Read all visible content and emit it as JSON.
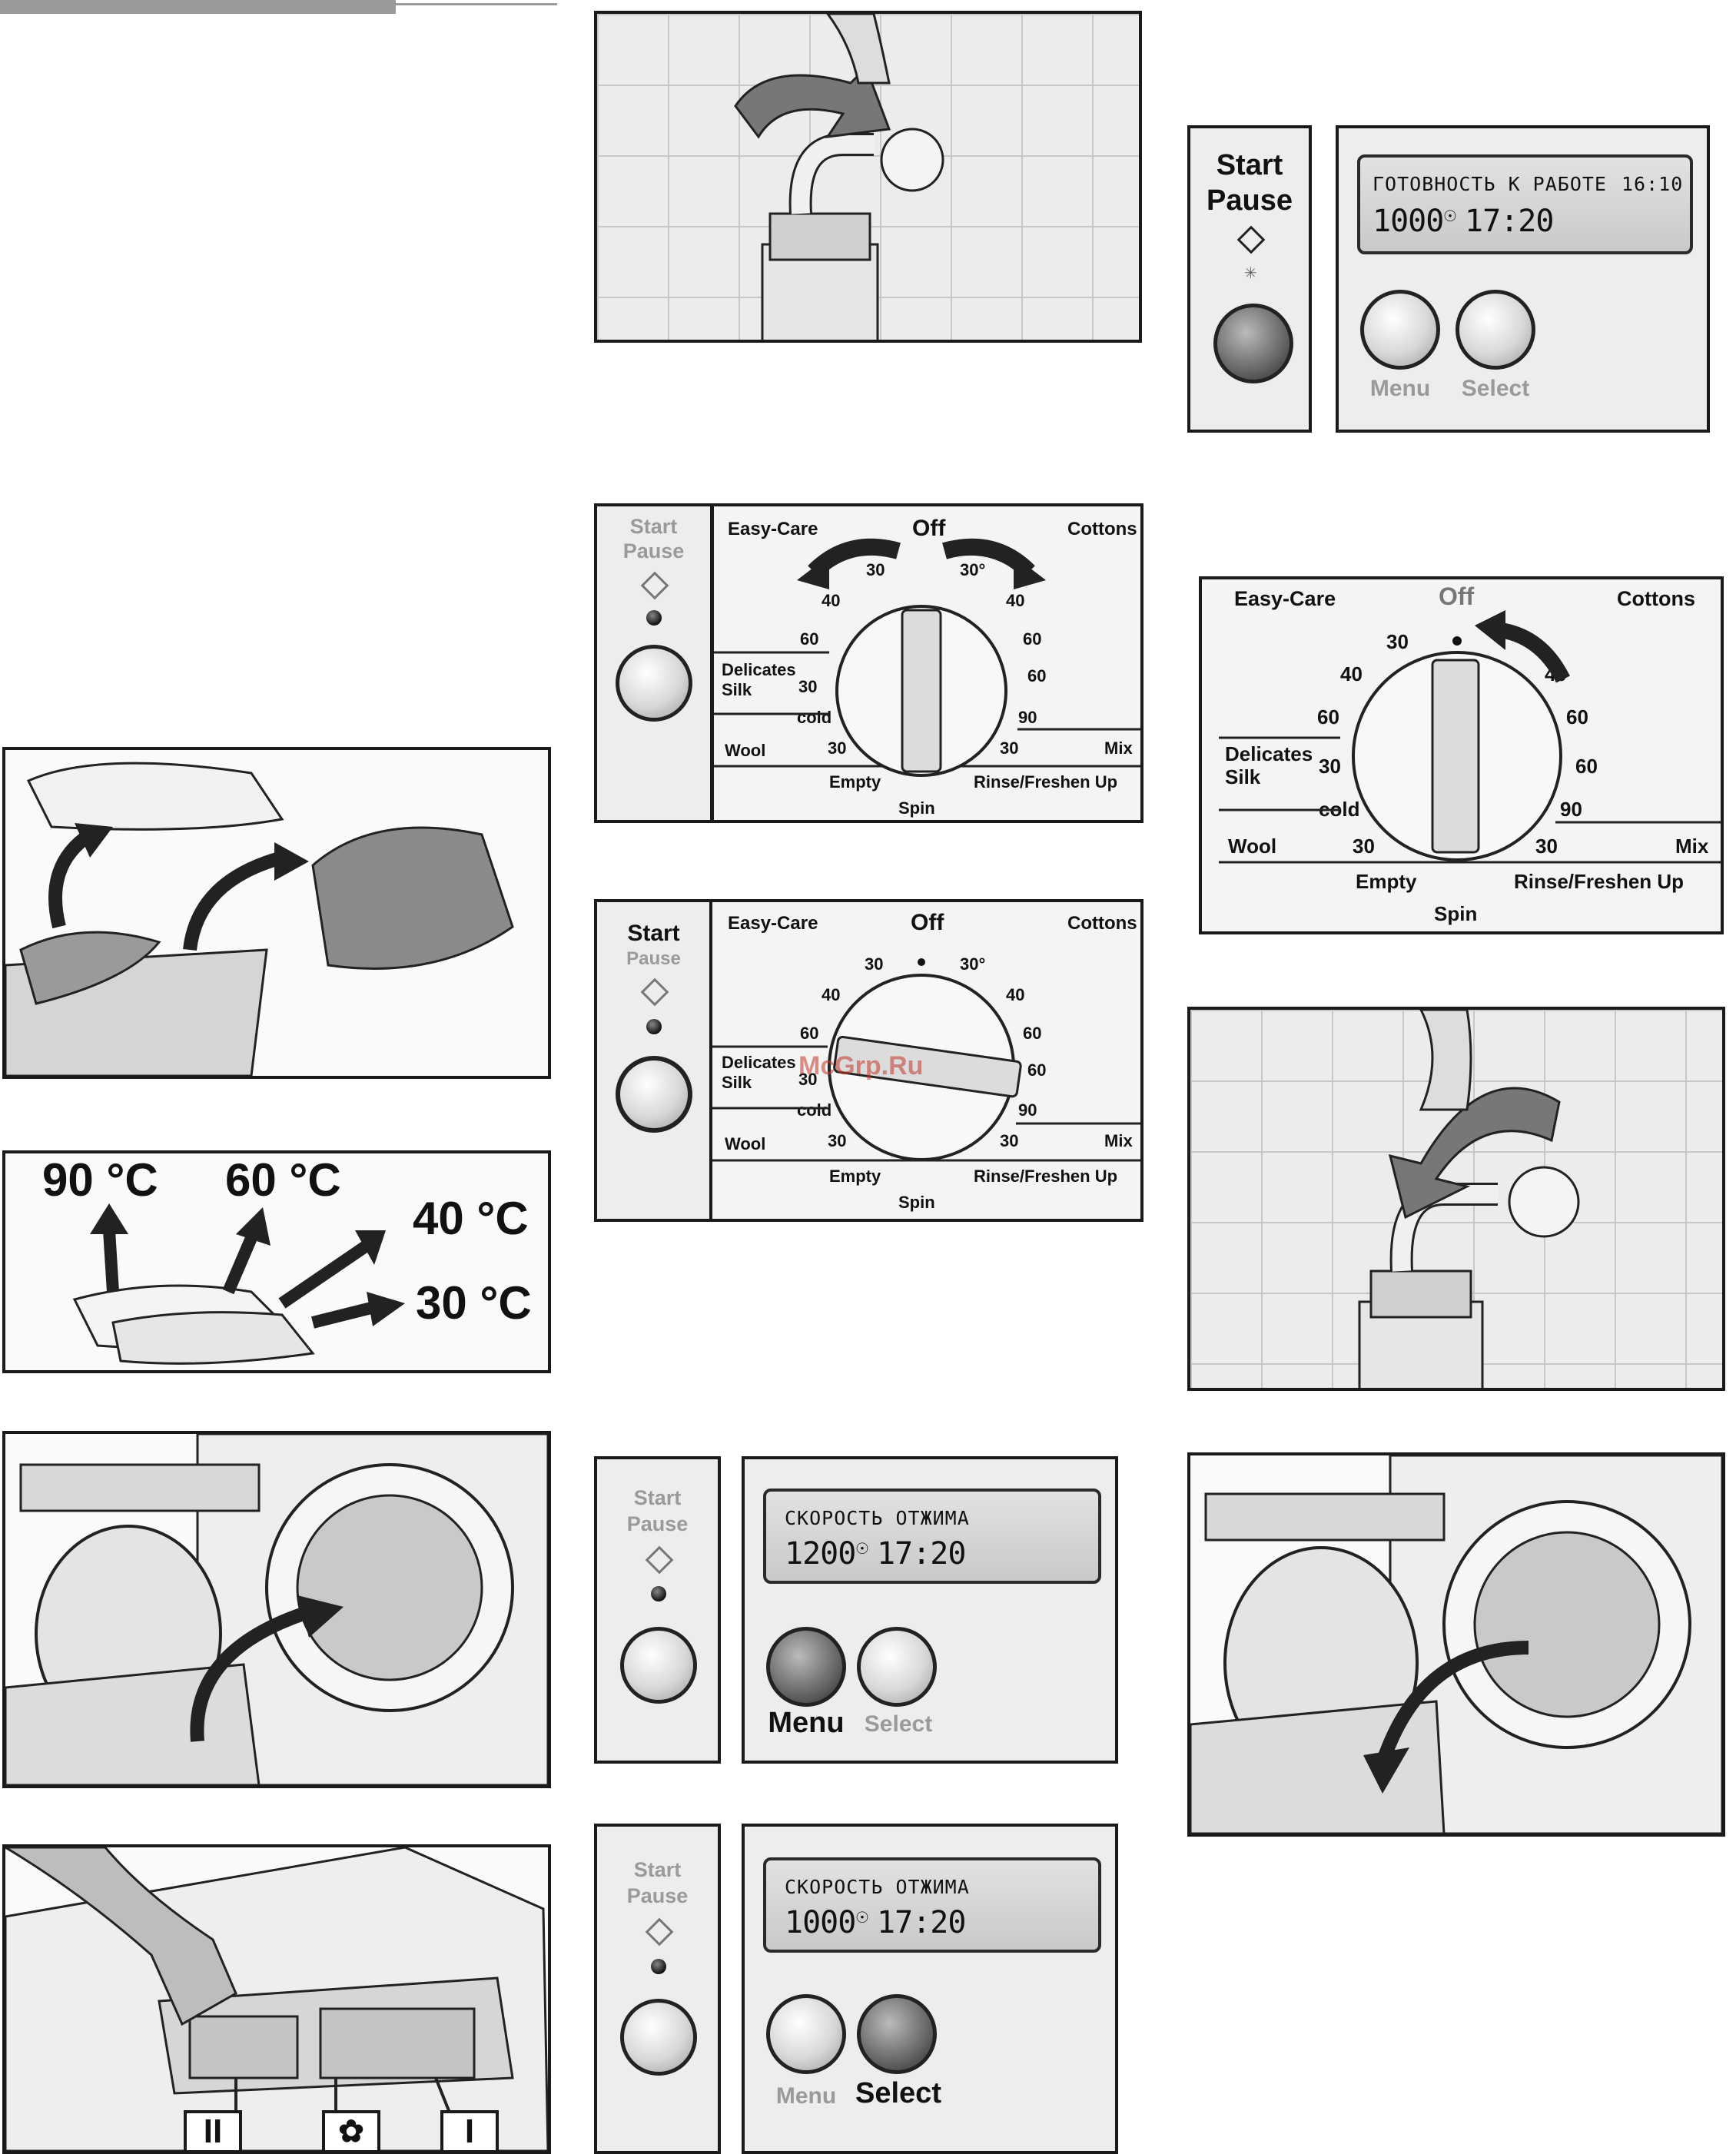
{
  "top_rule": "",
  "start_pause_panel": {
    "start": "Start",
    "pause": "Pause"
  },
  "display_ready": {
    "line1_text": "ГОТОВНОСТЬ К РАБОТЕ",
    "line1_time": "16:10",
    "line2": "1000",
    "line2_time": "17:20",
    "menu_label": "Menu",
    "select_label": "Select"
  },
  "display_spin_menu": {
    "line1_text": "СКОРОСТЬ ОТЖИМА",
    "line2": "1200",
    "line2_time": "17:20",
    "menu_label": "Menu",
    "select_label": "Select"
  },
  "display_spin_select": {
    "line1_text": "СКОРОСТЬ ОТЖИМА",
    "line2": "1000",
    "line2_time": "17:20",
    "menu_label": "Menu",
    "select_label": "Select"
  },
  "dial": {
    "easy_care": "Easy-Care",
    "off": "Off",
    "cottons": "Cottons",
    "delicates": "Delicates",
    "silk": "Silk",
    "wool": "Wool",
    "empty": "Empty",
    "spin": "Spin",
    "rinse": "Rinse/Freshen Up",
    "mix": "Mix",
    "cold": "cold",
    "t30": "30",
    "t30deg": "30°",
    "t40": "40",
    "t60": "60",
    "t90": "90"
  },
  "temperatures": {
    "t90": "90 °C",
    "t60": "60 °C",
    "t40": "40 °C",
    "t30": "30 °C"
  },
  "dispenser": {
    "c1": "II",
    "c3": "I"
  },
  "watermark": "McGrp.Ru",
  "colors": {
    "border": "#1a1a1a",
    "panel": "#ededed",
    "inactive_label": "#9a9a9a",
    "lcd": "#d2d2d2",
    "watermark": "#c0392b"
  }
}
